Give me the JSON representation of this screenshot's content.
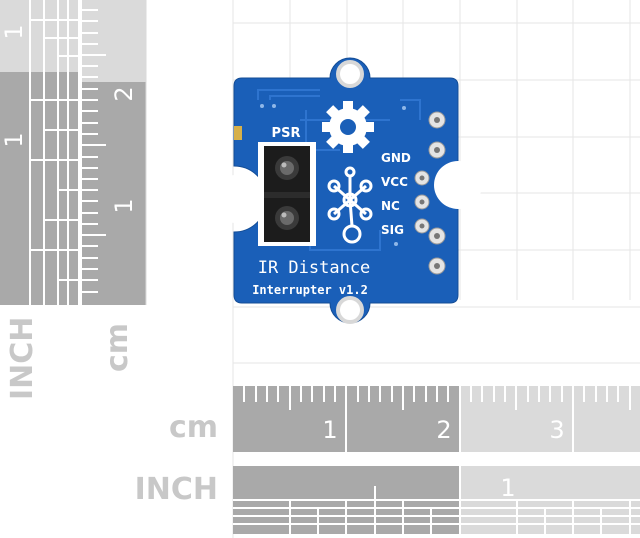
{
  "labels": {
    "inch_vertical": "INCH",
    "cm_vertical": "cm",
    "cm_horizontal": "cm",
    "inch_horizontal": "INCH"
  },
  "rulers": {
    "vertical_inch_numbers": [
      "1",
      "1"
    ],
    "vertical_cm_numbers": [
      "2",
      "1"
    ],
    "horizontal_cm_numbers": [
      "1",
      "2",
      "3"
    ],
    "horizontal_inch_numbers": [
      "1"
    ]
  },
  "board": {
    "sensor_label": "PSR",
    "pins": [
      "GND",
      "VCC",
      "NC",
      "SIG"
    ],
    "title": "IR Distance",
    "subtitle": "Interrupter v1.2"
  },
  "colors": {
    "board_blue": "#1a5fb8",
    "ruler_dark": "#a9a9a9",
    "ruler_light": "#dadada",
    "grid": "#e6e6e6"
  }
}
